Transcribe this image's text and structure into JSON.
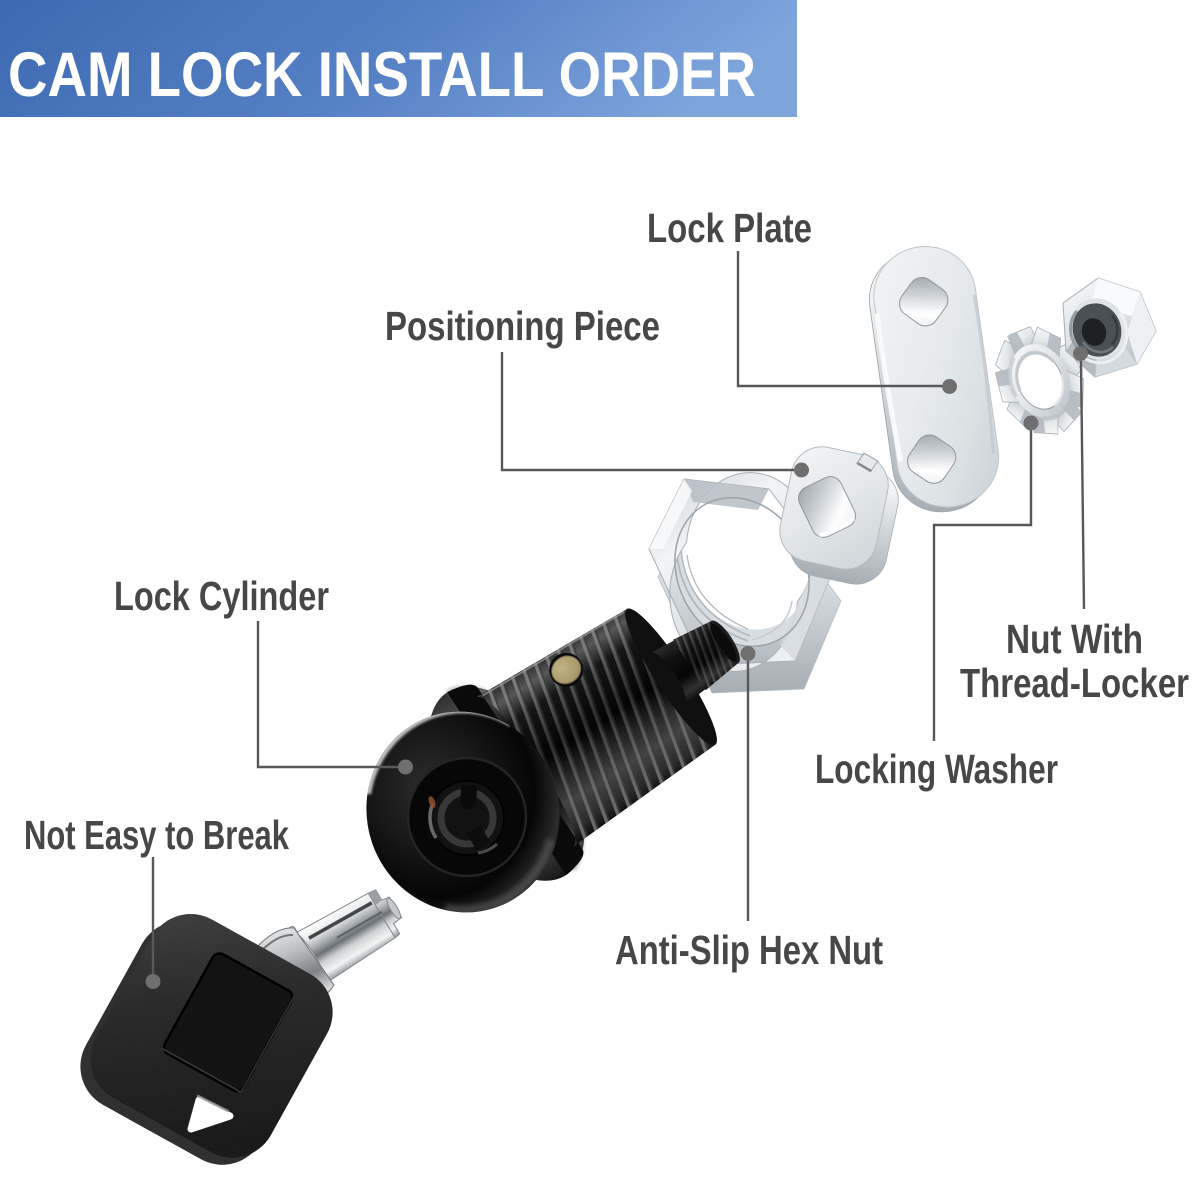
{
  "banner": {
    "title": "CAM LOCK INSTALL ORDER",
    "bg_color_left": "#3d69b2",
    "bg_color_right": "#7ea4dc",
    "text_color": "#ffffff"
  },
  "labels": {
    "lock_plate": "Lock Plate",
    "positioning_piece": "Positioning Piece",
    "lock_cylinder": "Lock Cylinder",
    "not_easy_to_break": "Not Easy to Break",
    "anti_slip_hex_nut": "Anti-Slip Hex Nut",
    "locking_washer": "Locking Washer",
    "nut_with_thread_locker": {
      "line1": "Nut With",
      "line2": "Thread-Locker"
    }
  },
  "style": {
    "label_color": "#474747",
    "leader_line_color": "#58585a",
    "leader_dot_color": "#6f6f6f",
    "background": "#ffffff",
    "metal_color": "#e8ebee",
    "lock_body_color": "#111111",
    "brass_pin_color": "#a9996b"
  }
}
